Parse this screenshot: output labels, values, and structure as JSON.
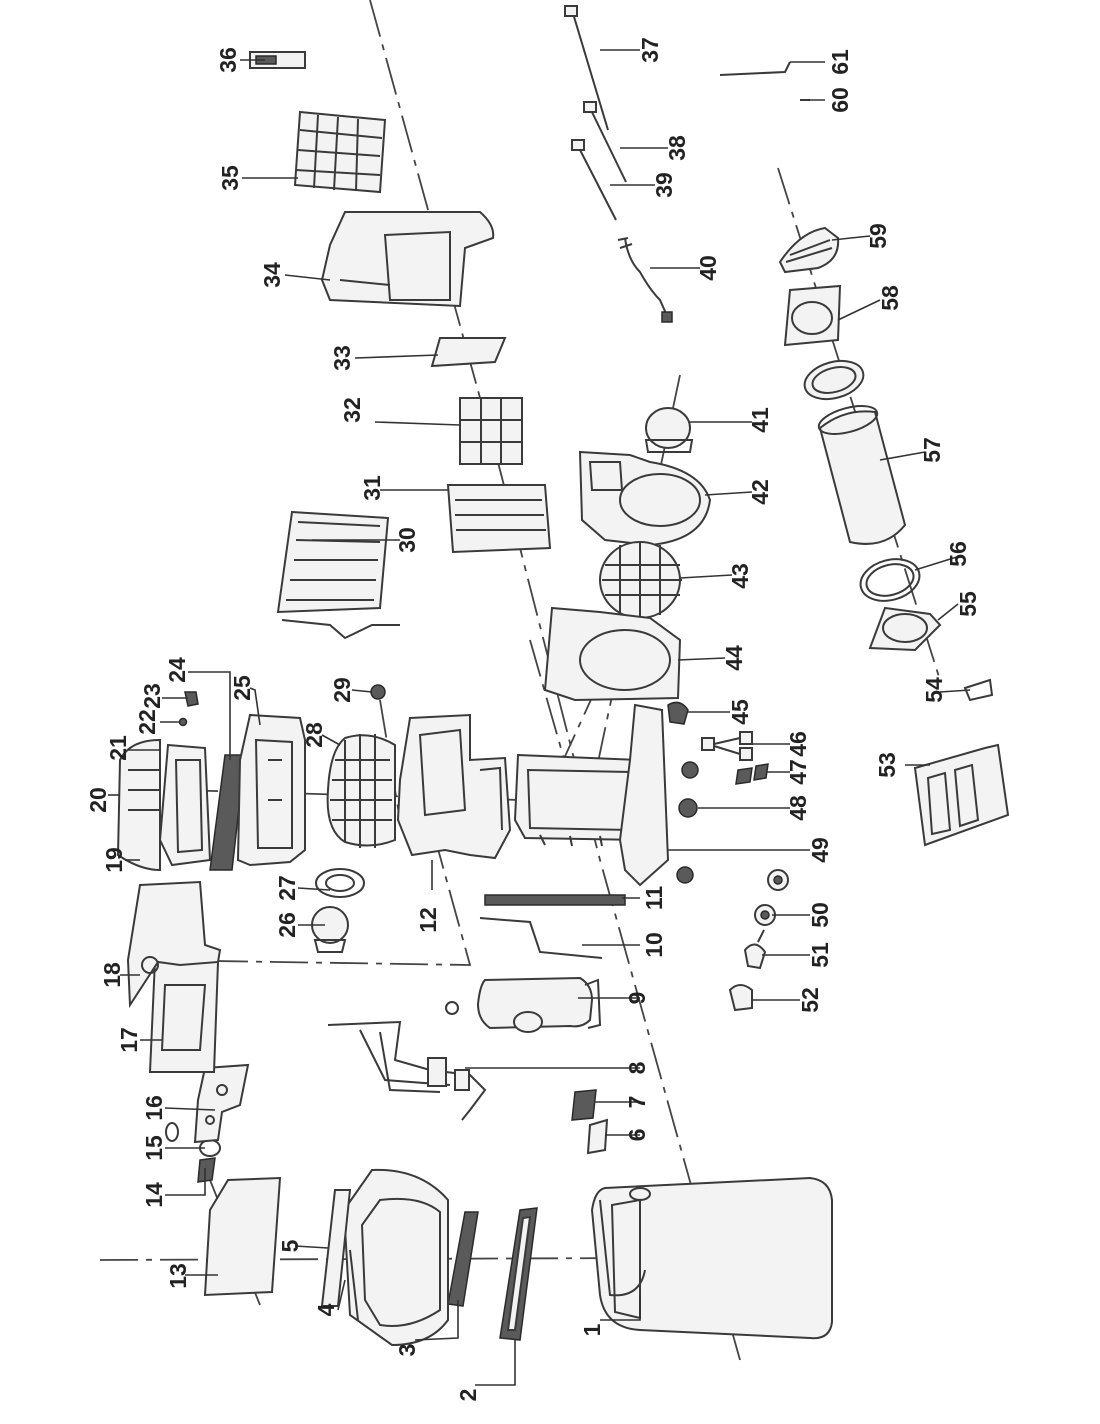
{
  "callouts": [
    "1",
    "2",
    "3",
    "4",
    "5",
    "6",
    "7",
    "8",
    "9",
    "10",
    "11",
    "12",
    "13",
    "14",
    "15",
    "16",
    "17",
    "18",
    "19",
    "20",
    "21",
    "22",
    "23",
    "24",
    "25",
    "26",
    "27",
    "28",
    "29",
    "30",
    "31",
    "32",
    "33",
    "34",
    "35",
    "36",
    "37",
    "38",
    "39",
    "40",
    "41",
    "42",
    "43",
    "44",
    "45",
    "46",
    "47",
    "48",
    "49",
    "50",
    "51",
    "52",
    "53",
    "54",
    "55",
    "56",
    "57",
    "58",
    "59",
    "60",
    "61"
  ]
}
